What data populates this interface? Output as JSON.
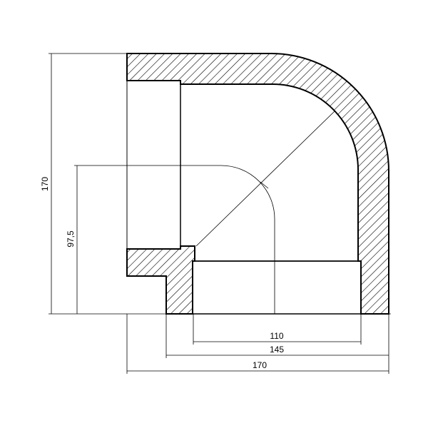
{
  "drawing": {
    "dimensions": {
      "overall_height": "170",
      "center_height": "97,5",
      "inner_width": "110",
      "socket_width": "145",
      "overall_width": "170"
    },
    "colors": {
      "line": "#000000",
      "background": "#ffffff"
    }
  }
}
